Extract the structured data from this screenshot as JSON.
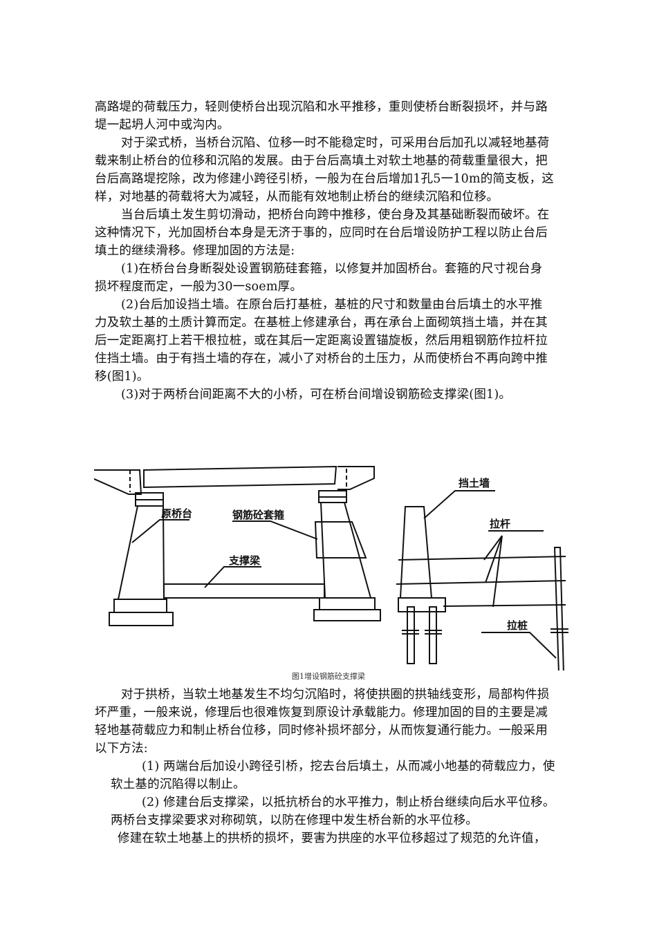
{
  "page": {
    "paragraphs_top": [
      "高路堤的荷载压力，轻则使桥台出现沉陷和水平推移，重则使桥台断裂损坏，并与路",
      "堤一起坍人河中或沟内。",
      "对于梁式桥，当桥台沉陷、位移一时不能稳定时，可采用台后加孔以减轻地基荷",
      "载来制止桥台的位移和沉陷的发展。由于台后高填土对软土地基的荷载重量很大，把",
      "台后高路堤挖除，改为修建小跨径引桥，一般为在台后增加1孔5一10m的简支板，这",
      "样，对地基的荷载将大为减轻，从而能有效地制止桥台的继续沉陷和位移。",
      "当台后填土发生剪切滑动，把桥台向跨中推移，使台身及其基础断裂而破坏。在",
      "这种情况下，光加固桥台本身是无济于事的，应同时在台后增设防护工程以防止台后",
      "填土的继续滑移。修理加固的方法是:",
      "(1)在桥台台身断裂处设置钢筋硅套箍，以修复并加固桥台。套箍的尺寸视台身",
      "损坏程度而定，一般为30一soem厚。",
      "(2)台后加设挡土墙。在原台后打基桩，基桩的尺寸和数量由台后填土的水平推",
      "力及软土基的土质计算而定。在基桩上修建承台，再在承台上面砌筑挡土墙，并在其",
      "后一定距离打上若干根拉桩，或在其后一定距离设置锚旋板，然后用粗钢筋作拉杆拉",
      "住挡土墙。由于有挡土墙的存在，减小了对桥台的土压力，从而使桥台不再向跨中推",
      "移(图1)。",
      "(3)对于两桥台间距离不大的小桥，可在桥台间增设钢筋硷支撑梁(图1)。"
    ],
    "figure": {
      "labels": {
        "original_abutment": "原桥台",
        "rc_jacket": "钢筋砼套箍",
        "strut_beam": "支撑梁",
        "retaining_wall": "挡土墙",
        "tie_rod": "拉杆",
        "anchor_pile": "拉桩"
      },
      "caption": "图1增设钢筋砼支撑梁"
    },
    "paragraphs_bottom": [
      "对于拱桥，当软土地基发生不均匀沉陷时，将使拱圈的拱轴线变形，局部构件损",
      "坏严重，一般来说，修理后也很难恢复到原设计承载能力。修理加固的目的主要是减",
      "轻地基荷载应力和制止桥台位移，同时修补损坏部分，从而恢复通行能力。一般采用",
      "以下方法:",
      "(1) 两端台后加设小跨径引桥，挖去台后填土，从而减小地基的荷载应力，使",
      "软土基的沉陷得以制止。",
      "(2) 修建台后支撑梁，以抵抗桥台的水平推力，制止桥台继续向后水平位移。",
      "两桥台支撑梁要求对称砌筑，以防在修理中发生桥台新的水平位移。",
      "修建在软土地基上的拱桥的损坏，要害为拱座的水平位移超过了规范的允许值，"
    ]
  }
}
